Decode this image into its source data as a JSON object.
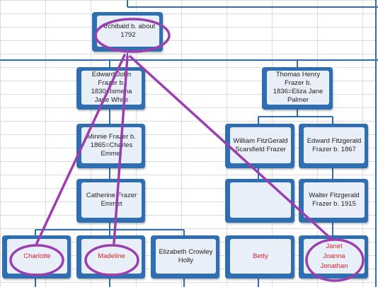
{
  "colors": {
    "box_border": "#2f6eb0",
    "box_fill": "#e9eff8",
    "connector": "#2f6eb0",
    "annotation": "#9b3fb0",
    "text": "#222222",
    "highlight_text": "#d8232a"
  },
  "nodes": {
    "archibald": "Archibald b. about\n1792",
    "edward_john": "Edward John\nFrazer b.\n1830=Ismena\nJane White",
    "thomas_henry": "Thomas Henry\nFrazer b.\n1836=Eliza Jane\nPalmer",
    "minnie": "Minnie Frazer b.\n1865=Charles\nEmmet",
    "william": "William FitzGerald\nScarsfield Frazer",
    "edward_fitzgerald": "Edward Fitzgerald\nFrazer  b. 1867",
    "catherine": "Catherine Frazer\nEmmet",
    "blank": "",
    "walter": "Walter Fitzgerald\nFrazer b. 1915",
    "charlotte": "Charlotte",
    "madeline": "Madeline",
    "elizabeth": "Elizabeth  Crowley\nHolly",
    "betty": "Betty",
    "janet_group": "Janet\nJoanna\nJonathan"
  }
}
